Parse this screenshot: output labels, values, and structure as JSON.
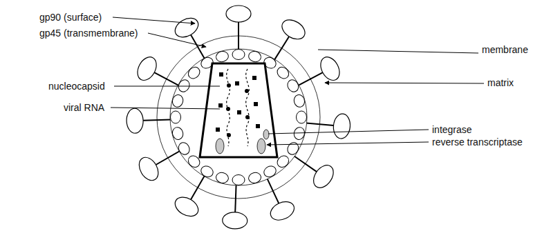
{
  "diagram": {
    "labels": [
      "gp90 (surface)",
      "gp45 (transmembrane)",
      "nucleocapsid",
      "viral RNA",
      "membrane",
      "matrix",
      "integrase",
      "reverse transcriptase"
    ]
  }
}
